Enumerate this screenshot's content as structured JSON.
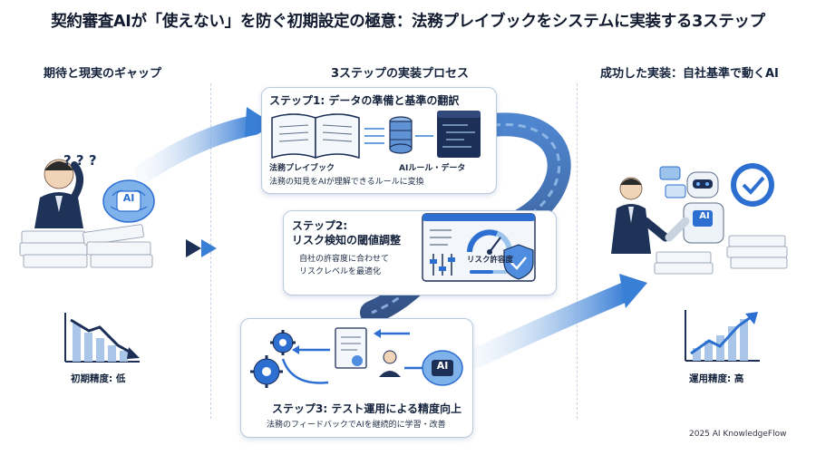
{
  "title": "契約審査AIが「使えない」を防ぐ初期設定の極意：法務プレイブックをシステムに実装する3ステップ",
  "columns": {
    "left": "期待と現実のギャップ",
    "center": "3ステップの実装プロセス",
    "right": "成功した実装：自社基準で動くAI"
  },
  "left_panel": {
    "ai_label": "AI",
    "question_marks": "? ? ?",
    "chart_caption": "初期精度: 低"
  },
  "step1": {
    "title": "ステップ1: データの準備と基準の翻訳",
    "label_left": "法務プレイブック",
    "label_right": "AIルール・データ",
    "desc": "法務の知見をAIが理解できるルールに変換"
  },
  "step2": {
    "title_line1": "ステップ2:",
    "title_line2": "リスク検知の閾値調整",
    "desc_line1": "自社の許容度に合わせて",
    "desc_line2": "リスクレベルを最適化",
    "gauge_label": "リスク許容度"
  },
  "step3": {
    "title": "ステップ3: テスト運用による精度向上",
    "desc": "法務のフィードバックでAIを継続的に学習・改善",
    "ai_label": "AI"
  },
  "right_panel": {
    "robot_label": "AI",
    "chart_caption": "運用精度: 高"
  },
  "footer": "2025 AI KnowledgeFlow",
  "colors": {
    "accent": "#2d6fd1",
    "navy": "#1b2f57",
    "light_blue": "#9cc3ec"
  }
}
